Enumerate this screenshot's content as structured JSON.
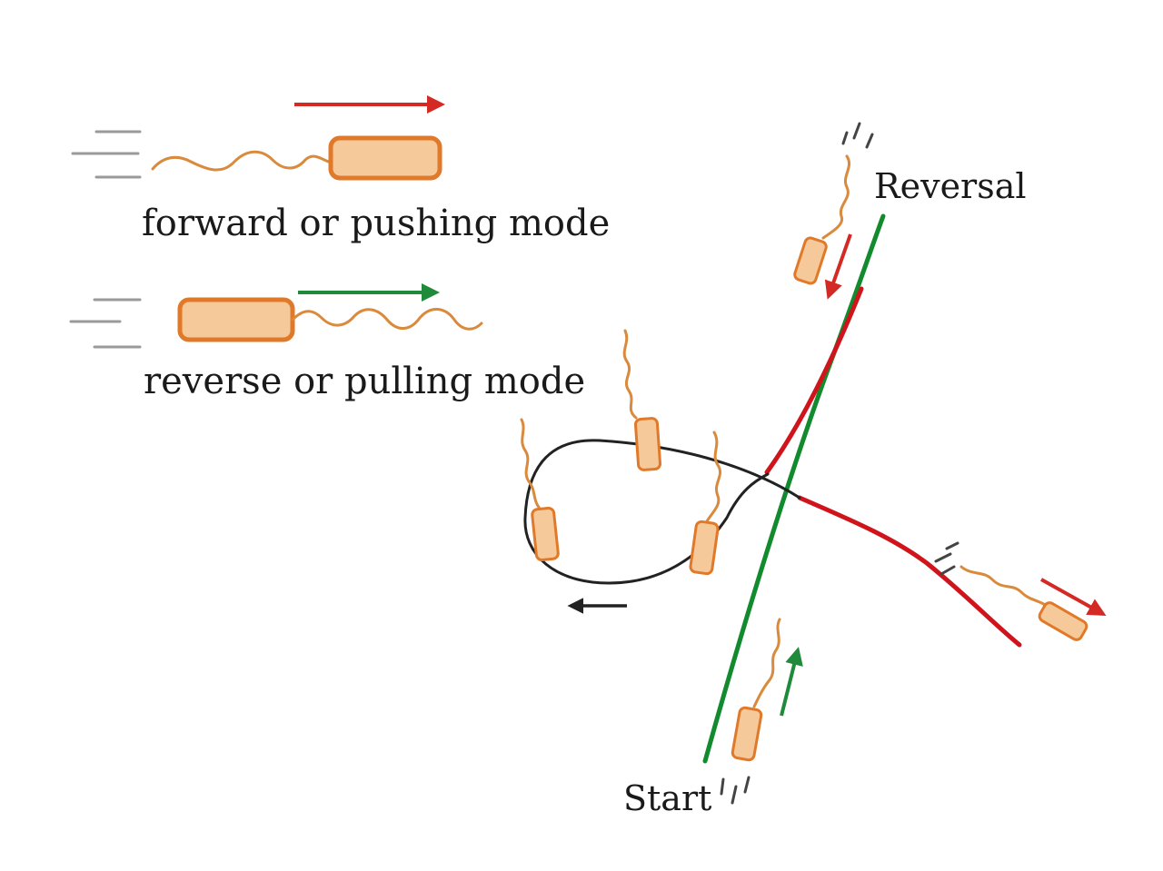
{
  "legend": {
    "forward_label": "forward or pushing mode",
    "reverse_label": "reverse or pulling mode"
  },
  "path_labels": {
    "reversal": "Reversal",
    "start": "Start"
  },
  "colors": {
    "forward_arrow": "#d42a25",
    "reverse_arrow": "#1f8a3a",
    "red_path": "#d0141c",
    "green_path": "#128a2e",
    "loop_path": "#222222",
    "cell_fill": "#f6c99a",
    "cell_stroke": "#e07a2a",
    "flagellum": "#d98a3c",
    "motion_lines": "#9a9a9a"
  }
}
